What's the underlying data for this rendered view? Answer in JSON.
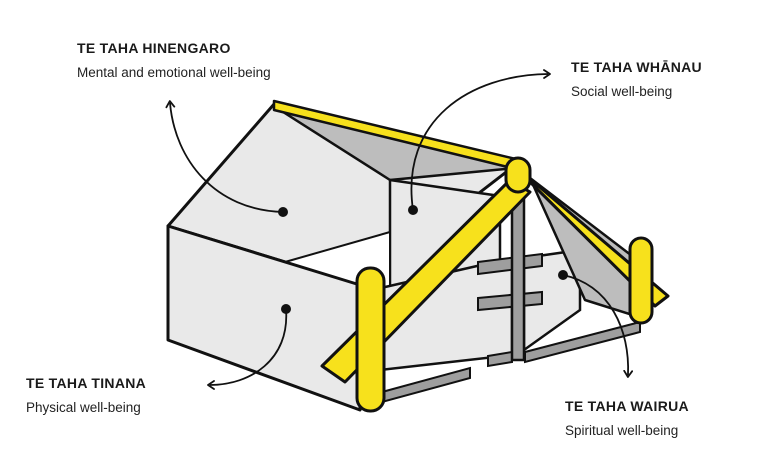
{
  "labels": {
    "hinengaro": {
      "title": "TE TAHA HINENGARO",
      "subtitle": "Mental and emotional well-being"
    },
    "whanau": {
      "title": "TE TAHA WHĀNAU",
      "subtitle": "Social well-being"
    },
    "tinana": {
      "title": "TE TAHA TINANA",
      "subtitle": "Physical well-being"
    },
    "wairua": {
      "title": "TE TAHA WAIRUA",
      "subtitle": "Spiritual well-being"
    }
  },
  "colors": {
    "outline": "#111111",
    "yellow": "#f7e11c",
    "wall_light": "#e9e9e9",
    "wall_gray": "#bdbdbd",
    "trim_gray": "#9e9e9e"
  }
}
